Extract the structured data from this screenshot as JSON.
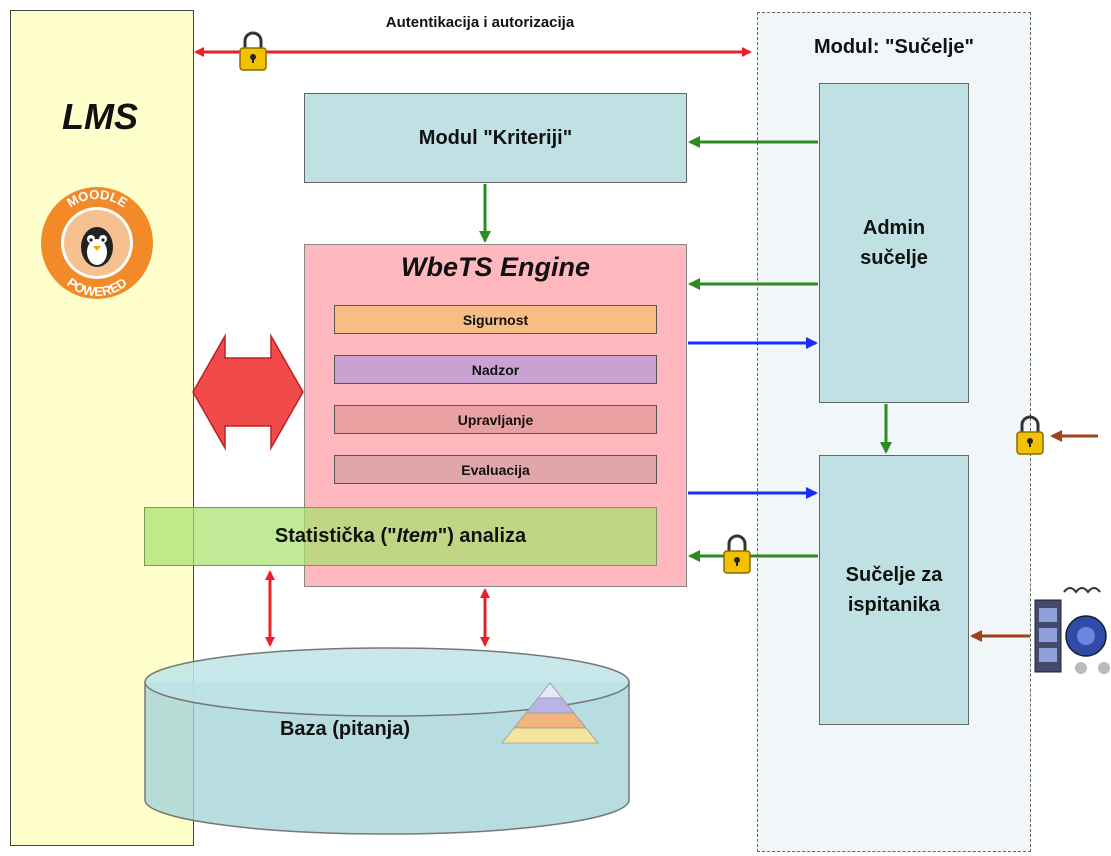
{
  "lms": {
    "title": "LMS",
    "logo": {
      "text_top": "MOODLE",
      "text_bottom": "POWERED"
    }
  },
  "modul_sucelje": {
    "title": "Modul: \"Sučelje\""
  },
  "auth": {
    "label": "Autentikacija i autorizacija"
  },
  "kriteriji": {
    "label": "Modul \"Kriteriji\""
  },
  "engine": {
    "title": "WbeTS Engine",
    "components": [
      "Sigurnost",
      "Nadzor",
      "Upravljanje",
      "Evaluacija"
    ]
  },
  "statistika": {
    "before": "Statistička (\"",
    "item": "Item",
    "after": "\") analiza"
  },
  "admin": {
    "line1": "Admin",
    "line2": "sučelje"
  },
  "ispitanik": {
    "line1": "Sučelje za",
    "line2": "ispitanika"
  },
  "baza": {
    "label": "Baza (pitanja)"
  },
  "colors": {
    "auth_arrow": "#e8202a",
    "green_arrow": "#2e8b23",
    "blue_arrow": "#1a2dff",
    "brown_arrow": "#a0401a",
    "lock": "#f2c200"
  }
}
